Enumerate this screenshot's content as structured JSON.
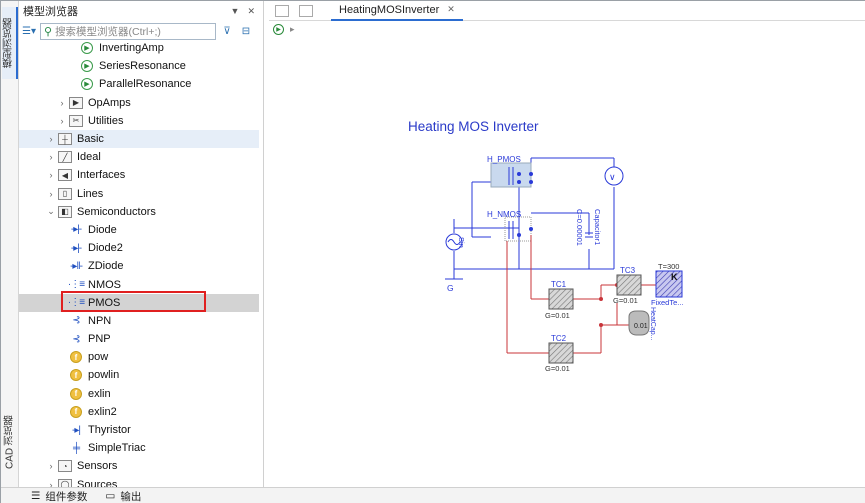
{
  "side_tabs": {
    "model_browser": "模型浏览器",
    "cad_browser": "CAD 浏览器"
  },
  "browser": {
    "title": "模型浏览器",
    "search_placeholder": "搜索模型浏览器(Ctrl+;)",
    "items": [
      {
        "label": "InvertingAmp",
        "icon": "play-circle-icon",
        "indent": 3,
        "expandable": false
      },
      {
        "label": "SeriesResonance",
        "icon": "play-circle-icon",
        "indent": 3,
        "expandable": false
      },
      {
        "label": "ParallelResonance",
        "icon": "play-circle-icon",
        "indent": 3,
        "expandable": false
      },
      {
        "label": "OpAmps",
        "icon": "play-box-icon",
        "indent": 2,
        "expandable": true
      },
      {
        "label": "Utilities",
        "icon": "tools-icon",
        "indent": 2,
        "expandable": true
      },
      {
        "label": "Basic",
        "icon": "basic-icon",
        "indent": 1,
        "expandable": true
      },
      {
        "label": "Ideal",
        "icon": "ideal-icon",
        "indent": 1,
        "expandable": true
      },
      {
        "label": "Interfaces",
        "icon": "interfaces-icon",
        "indent": 1,
        "expandable": true
      },
      {
        "label": "Lines",
        "icon": "lines-icon",
        "indent": 1,
        "expandable": true
      },
      {
        "label": "Semiconductors",
        "icon": "semiconductors-icon",
        "indent": 1,
        "expandable": true,
        "expanded": true
      },
      {
        "label": "Diode",
        "icon": "diode-icon",
        "indent": 2,
        "expandable": false
      },
      {
        "label": "Diode2",
        "icon": "diode-icon",
        "indent": 2,
        "expandable": false
      },
      {
        "label": "ZDiode",
        "icon": "zdiode-icon",
        "indent": 2,
        "expandable": false
      },
      {
        "label": "NMOS",
        "icon": "nmos-icon",
        "indent": 2,
        "expandable": false
      },
      {
        "label": "PMOS",
        "icon": "pmos-icon",
        "indent": 2,
        "expandable": false
      },
      {
        "label": "NPN",
        "icon": "npn-icon",
        "indent": 2,
        "expandable": false
      },
      {
        "label": "PNP",
        "icon": "pnp-icon",
        "indent": 2,
        "expandable": false
      },
      {
        "label": "pow",
        "icon": "function-icon",
        "indent": 2,
        "expandable": false
      },
      {
        "label": "powlin",
        "icon": "function-icon",
        "indent": 2,
        "expandable": false
      },
      {
        "label": "exlin",
        "icon": "function-icon",
        "indent": 2,
        "expandable": false
      },
      {
        "label": "exlin2",
        "icon": "function-icon",
        "indent": 2,
        "expandable": false
      },
      {
        "label": "Thyristor",
        "icon": "thyristor-icon",
        "indent": 2,
        "expandable": false
      },
      {
        "label": "SimpleTriac",
        "icon": "triac-icon",
        "indent": 2,
        "expandable": false
      },
      {
        "label": "Sensors",
        "icon": "sensors-icon",
        "indent": 1,
        "expandable": true
      },
      {
        "label": "Sources",
        "icon": "sources-icon",
        "indent": 1,
        "expandable": true
      }
    ]
  },
  "editor": {
    "tab_label": "HeatingMOSInverter",
    "diagram": {
      "title": "Heating MOS Inverter",
      "labels": {
        "h_pmos": "H_PMOS",
        "h_nmos": "H_NMOS",
        "sin": "Sin",
        "g": "G",
        "capacitor": "Capacitor1",
        "cap_value": "C=0.00001",
        "tc1": "TC1",
        "tc1_g": "G=0.01",
        "tc2": "TC2",
        "tc2_g": "G=0.01",
        "tc3": "TC3",
        "tc3_g": "G=0.01",
        "t300": "T=300",
        "k": "K",
        "fixed_temp": "FixedTe...",
        "heat_cap": "HeatCap...",
        "heat_cap_val": "0.01"
      }
    }
  },
  "statusbar": {
    "component_params": "组件参数",
    "output": "输出"
  },
  "colors": {
    "accent": "#2b6cd0",
    "selection_border": "#e02020",
    "wire_blue": "#2a3ad8",
    "wire_red": "#c8343a"
  }
}
